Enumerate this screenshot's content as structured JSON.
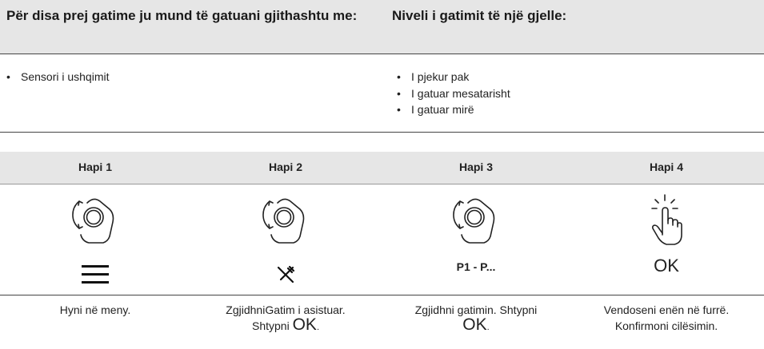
{
  "info": {
    "left_heading": "Për disa prej gatime ju mund të gatuani gjithashtu me:",
    "right_heading": "Niveli i gatimit të një gjelle:",
    "left_items": [
      "Sensori i ushqimit"
    ],
    "right_items": [
      "I pjekur pak",
      "I gatuar mesatarisht",
      "I gatuar mirë"
    ]
  },
  "steps": [
    {
      "title": "Hapi 1",
      "icon": "rotary-knob-hand-icon",
      "sub_icon": "menu-icon",
      "desc": "Hyni në meny."
    },
    {
      "title": "Hapi 2",
      "icon": "rotary-knob-hand-icon",
      "sub_icon": "fork-knife-icon",
      "desc_line1": "ZgjidhniGatim i asistuar.",
      "desc_line2_prefix": "Shtypni",
      "desc_line2_ok": "OK",
      "desc_line2_suffix": "."
    },
    {
      "title": "Hapi 3",
      "icon": "rotary-knob-hand-icon",
      "sub_label": "P1 - P...",
      "desc_line1": "Zgjidhni gatimin. Shtypni",
      "desc_line2_ok": "OK",
      "desc_line2_suffix": "."
    },
    {
      "title": "Hapi 4",
      "icon": "touch-hand-icon",
      "sub_label": "OK",
      "desc_line1": "Vendoseni enën në furrë.",
      "desc_line2": "Konfirmoni cilësimin."
    }
  ]
}
